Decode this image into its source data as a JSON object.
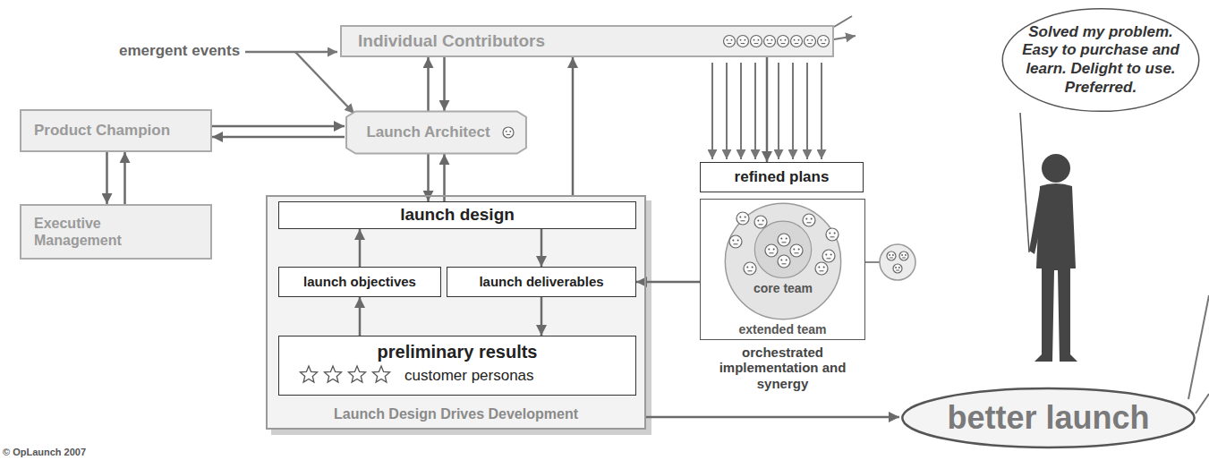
{
  "diagram": {
    "nodes": [
      {
        "text": [
          "Individual Contributors"
        ]
      },
      {
        "text": [
          "Product Champion"
        ]
      },
      {
        "text": [
          "Launch Architect"
        ]
      },
      {
        "text": [
          "Executive Management"
        ]
      },
      {
        "text": [
          "Launch Design Drives Development"
        ]
      },
      {
        "text": [
          "launch design"
        ],
        "in": 4
      },
      {
        "text": [
          "launch objectives"
        ],
        "in": 4
      },
      {
        "text": [
          "launch deliverables"
        ],
        "in": 4
      },
      {
        "text": [
          "preliminary results",
          "customer personas"
        ],
        "in": 4
      },
      {
        "text": [
          "refined plans"
        ]
      },
      {
        "text": [
          "extended team",
          "orchestrated implementation and synergy"
        ]
      },
      {
        "text": [
          "core team"
        ],
        "in": 10
      },
      {
        "text": [
          "better launch"
        ]
      },
      {
        "text": [
          "Solved my problem. Easy to purchase and learn. Delight to use. Preferred."
        ]
      }
    ],
    "edges": [
      {
        "from": 1,
        "to": 2,
        "arrow": "to"
      },
      {
        "from": 2,
        "to": 1,
        "arrow": "to"
      },
      {
        "from": 1,
        "to": 3,
        "arrow": "to"
      },
      {
        "from": 3,
        "to": 1,
        "arrow": "to"
      },
      {
        "from": 2,
        "to": 0,
        "arrow": "to"
      },
      {
        "from": 0,
        "to": 2,
        "arrow": "to"
      },
      {
        "from": 2,
        "to": 5,
        "arrow": "to"
      },
      {
        "from": 5,
        "to": 2,
        "arrow": "to"
      },
      {
        "from": 4,
        "to": 0,
        "arrow": "to"
      },
      {
        "from": 6,
        "to": 5,
        "arrow": "to"
      },
      {
        "from": 5,
        "to": 7,
        "arrow": "to"
      },
      {
        "from": 7,
        "to": 8,
        "arrow": "to"
      },
      {
        "from": 8,
        "to": 6,
        "arrow": "to"
      },
      {
        "from": 0,
        "to": 9,
        "arrow": "to"
      },
      {
        "from": 10,
        "to": 7,
        "arrow": "to"
      },
      {
        "from": 4,
        "to": 12,
        "arrow": "to"
      }
    ],
    "labels": [
      "emergent events",
      "© OpLaunch 2007"
    ]
  }
}
